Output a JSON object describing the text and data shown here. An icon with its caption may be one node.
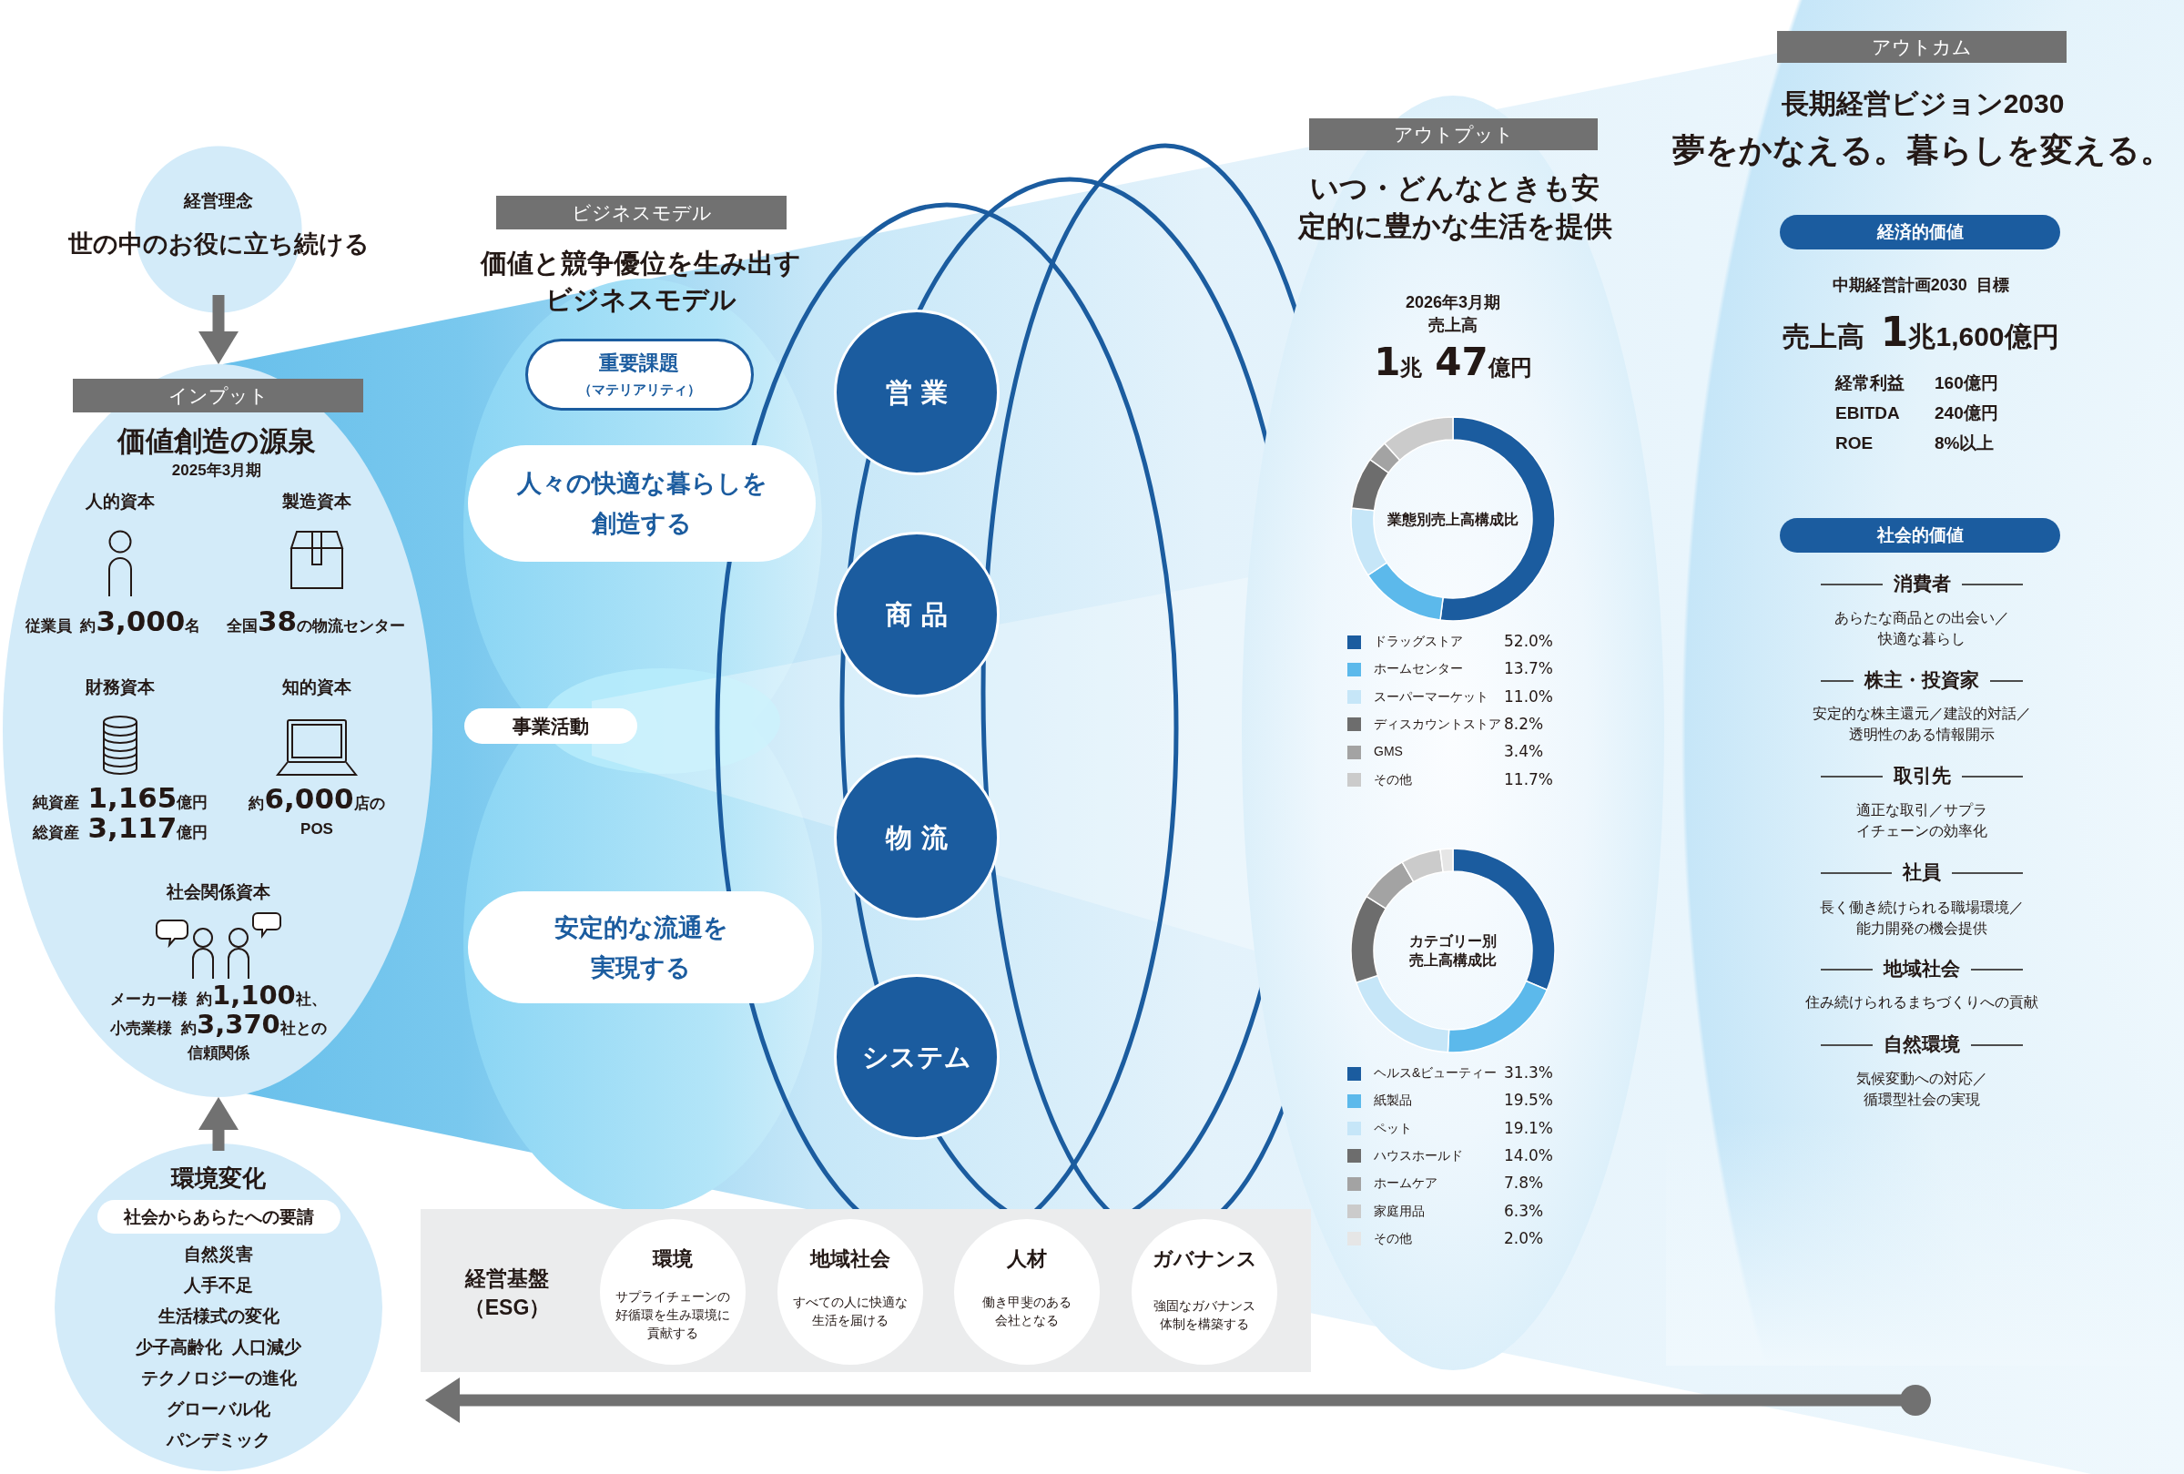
{
  "diagram": {
    "nodes": [
      {
        "text": [
          "経営理念",
          "世の中のお役に立ち続ける"
        ]
      },
      {
        "text": [
          "価値創造の源泉",
          "2025年3月期",
          "人的資本",
          "製造資本",
          "従業員 約**3,000**名",
          "全国**38**の物流センター",
          "財務資本",
          "知的資本",
          "純資産 **1,165**億円",
          "総資産 **3,117**億円",
          "約**6,000**店のPOS",
          "社会関係資本",
          "メーカー様 約**1,100**社、小売業様 約**3,370**社との信頼関係"
        ]
      },
      {
        "text": [
          "インプット"
        ],
        "in": 1
      },
      {
        "text": [
          "環境変化",
          "自然災害",
          "人手不足",
          "生活様式の変化",
          "少子高齢化 人口減少",
          "テクノロジーの進化",
          "グローバル化",
          "パンデミック"
        ]
      },
      {
        "text": [
          "社会からあらたへの要請"
        ],
        "in": 3
      },
      {
        "text": [
          "ビジネスモデル"
        ]
      },
      {
        "text": [
          "重要課題",
          "（マテリアリティ）"
        ]
      },
      {
        "text": [
          "人々の快適な暮らしを創造する"
        ]
      },
      {
        "text": [
          "事業活動"
        ]
      },
      {
        "text": [
          "安定的な流通を実現する"
        ]
      },
      {
        "text": [
          "営業"
        ]
      },
      {
        "text": [
          "商品"
        ]
      },
      {
        "text": [
          "物流"
        ]
      },
      {
        "text": [
          "システム"
        ]
      },
      {
        "text": [
          "経営基盤（ESG）"
        ]
      },
      {
        "text": [
          "環境",
          "サプライチェーンの好循環を生み環境に貢献する"
        ],
        "in": 14
      },
      {
        "text": [
          "地域社会",
          "すべての人に快適な生活を届ける"
        ],
        "in": 14
      },
      {
        "text": [
          "人材",
          "働き甲斐のある会社となる"
        ],
        "in": 14
      },
      {
        "text": [
          "ガバナンス",
          "強固なガバナンス体制を構築する"
        ],
        "in": 14
      },
      {
        "text": [
          "いつ・どんなときも安定的に豊かな生活を提供",
          "2026年3月期",
          "売上高",
          "**1**兆 **47**億円"
        ]
      },
      {
        "text": [
          "アウトプット"
        ],
        "in": 19
      },
      {
        "text": [
          "長期経営ビジョン2030",
          "夢をかなえる。暮らしを変える。",
          "中期経営計画2030 目標",
          "売上高 **1**兆1,600億円",
          "経常利益",
          "160億円",
          "EBITDA",
          "240億円",
          "ROE",
          "8%以上",
          "消費者",
          "あらたな商品との出会い／快適な暮らし",
          "株主・投資家",
          "安定的な株主還元／建設的対話／透明性のある情報開示",
          "取引先",
          "適正な取引／サプライチェーンの効率化",
          "社員",
          "長く働き続けられる職場環境／能力開発の機会提供",
          "地域社会",
          "住み続けられるまちづくりへの貢献",
          "自然環境",
          "気候変動への対応／循環型社会の実現"
        ]
      },
      {
        "text": [
          "アウトカム"
        ],
        "in": 21
      },
      {
        "text": [
          "経済的価値"
        ],
        "in": 21
      },
      {
        "text": [
          "社会的価値"
        ],
        "in": 21
      }
    ],
    "edges": [
      {
        "from": 0,
        "to": 1,
        "arrow": "to"
      },
      {
        "from": 3,
        "to": 1,
        "arrow": "to"
      }
    ],
    "labels": [
      "価値と競争優位を生み出すビジネスモデル",
      "52.0%",
      "13.7%",
      "11.0%",
      "8.2%",
      "3.4%",
      "11.7%",
      "31.3%",
      "19.5%",
      "19.1%",
      "14.0%",
      "7.8%",
      "6.3%",
      "2.0%"
    ],
    "legend": [
      {
        "text": "ドラッグストア",
        "color": "#1b5c9f"
      },
      {
        "text": "ホームセンター",
        "color": "#5cb9eb"
      },
      {
        "text": "スーパーマーケット",
        "color": "#c6e6f8"
      },
      {
        "text": "ディスカウントストア",
        "color": "#6d6d6d"
      },
      {
        "text": "GMS",
        "color": "#a3a3a3"
      },
      {
        "text": "その他",
        "color": "#cbcbcb"
      },
      {
        "text": "ヘルス&ビューティー",
        "color": "#1b5c9f"
      },
      {
        "text": "紙製品",
        "color": "#5cb9eb"
      },
      {
        "text": "ペット",
        "color": "#c6e6f8"
      },
      {
        "text": "ハウスホールド",
        "color": "#6d6d6d"
      },
      {
        "text": "ホームケア",
        "color": "#a3a3a3"
      },
      {
        "text": "家庭用品",
        "color": "#cbcbcb"
      },
      {
        "text": "その他",
        "color": "#e6e6e6"
      }
    ],
    "chart_data": [
      {
        "type": "donut",
        "title": "業態別売上高構成比",
        "values": [
          52.0,
          13.7,
          11.0,
          8.2,
          3.4,
          11.7
        ]
      },
      {
        "type": "donut",
        "title": "カテゴリー別売上高構成比",
        "values": [
          31.3,
          19.5,
          19.1,
          14.0,
          7.8,
          6.3,
          2.0
        ]
      }
    ]
  }
}
